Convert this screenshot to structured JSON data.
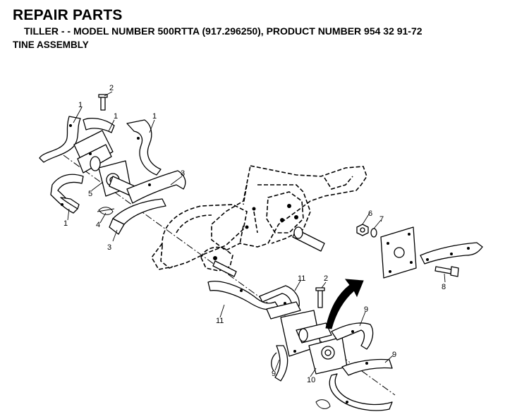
{
  "header": {
    "title": "REPAIR PARTS",
    "subtitle": "TILLER - - MODEL NUMBER 500RTTA (917.296250), PRODUCT NUMBER 954 32 91-72",
    "section": "TINE ASSEMBLY"
  },
  "callouts": {
    "c1a": "1",
    "c1b": "1",
    "c1c": "1",
    "c1d": "1",
    "c2a": "2",
    "c2b": "2",
    "c3a": "3",
    "c3b": "3",
    "c4": "4",
    "c5": "5",
    "c6": "6",
    "c7": "7",
    "c8": "8",
    "c9a": "9",
    "c9b": "9",
    "c9c": "9",
    "c10": "10",
    "c11a": "11",
    "c11b": "11"
  }
}
